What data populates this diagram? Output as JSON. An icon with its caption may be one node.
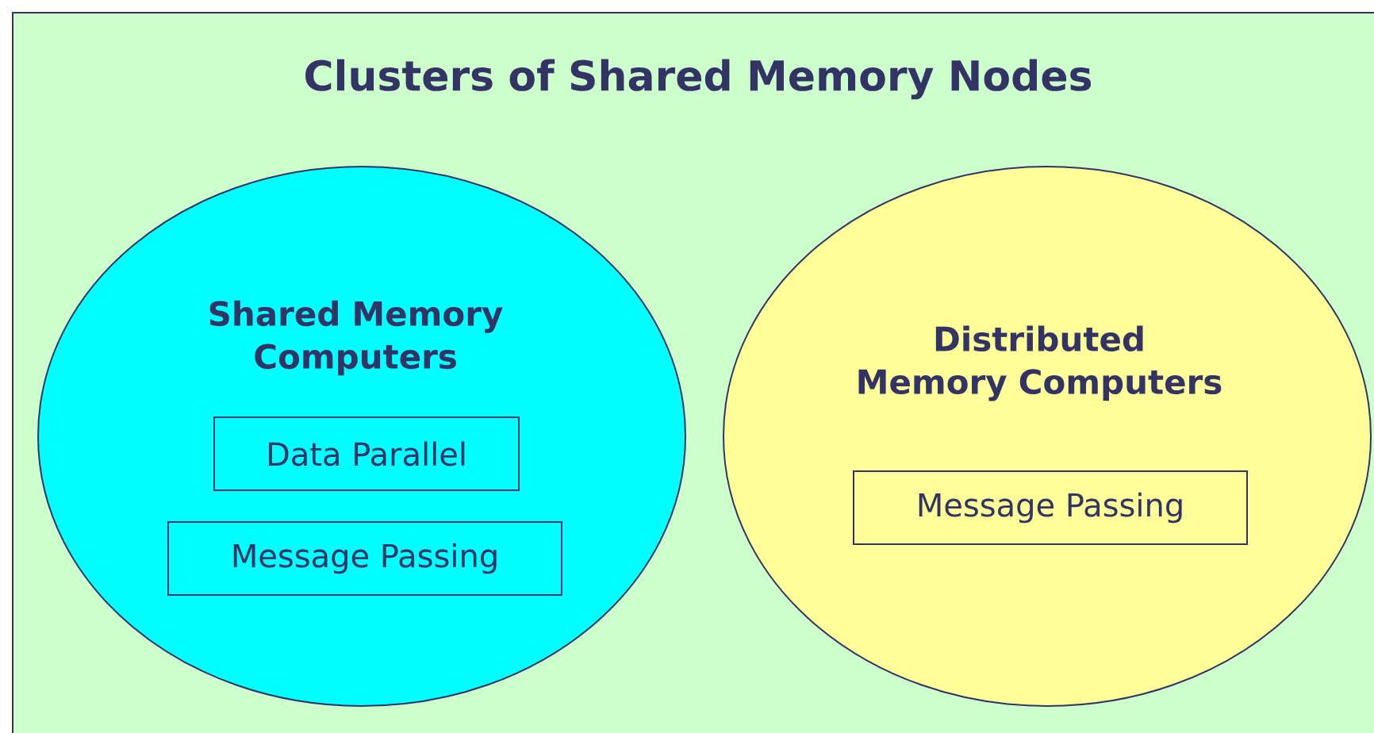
{
  "diagram": {
    "nodes": [
      {
        "text": [
          "Clusters of Shared Memory Nodes"
        ]
      },
      {
        "text": [
          "Shared Memory Computers"
        ],
        "in": 0
      },
      {
        "text": [
          "Data Parallel"
        ],
        "in": 1
      },
      {
        "text": [
          "Message Passing"
        ],
        "in": 1
      },
      {
        "text": [
          "Distributed Memory Computers"
        ],
        "in": 0
      },
      {
        "text": [
          "Message Passing"
        ],
        "in": 4
      }
    ]
  }
}
